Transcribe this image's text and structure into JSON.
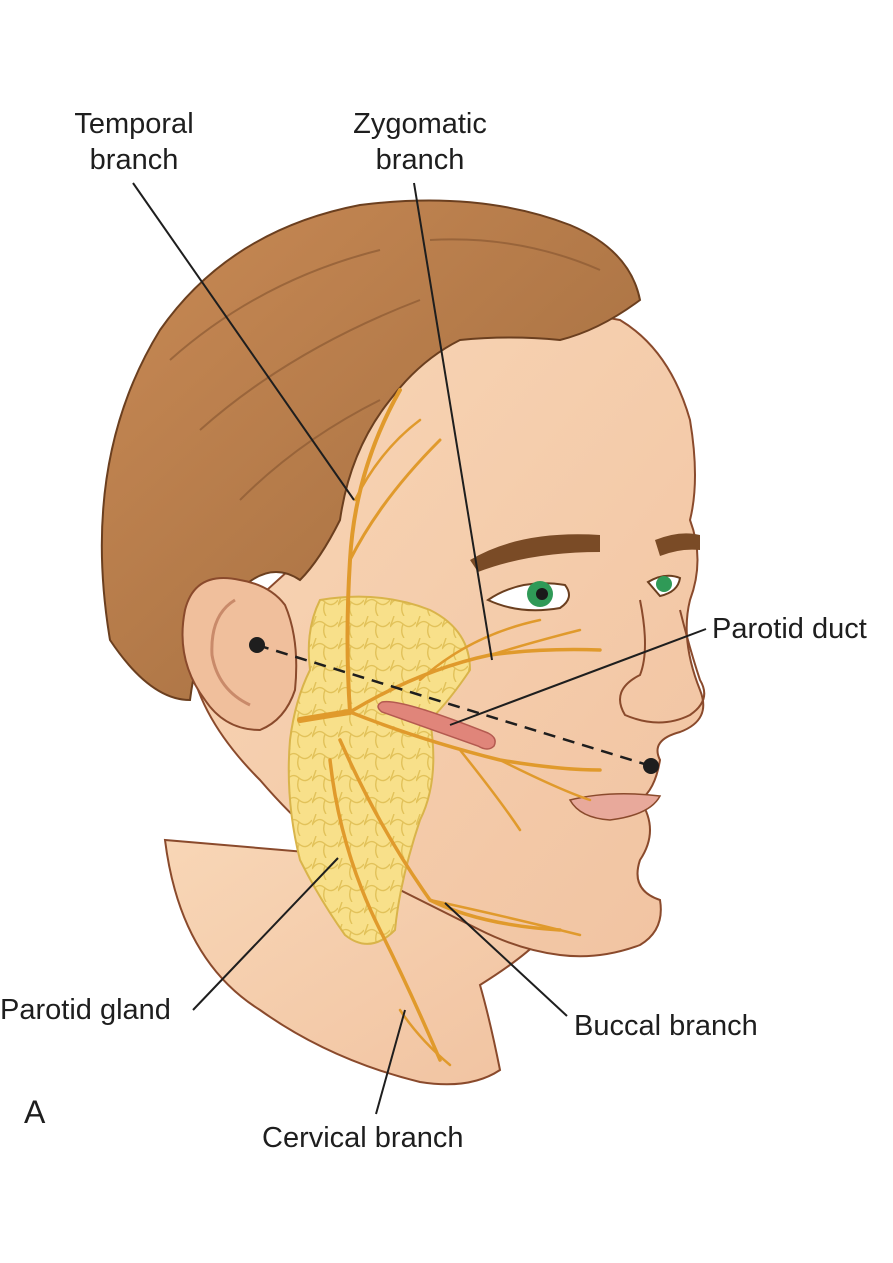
{
  "figure": {
    "panel_letter": "A",
    "labels": {
      "temporal_line1": "Temporal",
      "temporal_line2": "branch",
      "zygomatic_line1": "Zygomatic",
      "zygomatic_line2": "branch",
      "parotid_duct": "Parotid duct",
      "parotid_gland": "Parotid gland",
      "buccal_branch": "Buccal branch",
      "cervical_branch": "Cervical branch"
    },
    "colors": {
      "skin": "#f6cfae",
      "skin_shadow": "#eab596",
      "hair": "#b77a48",
      "hair_dark": "#8c5a33",
      "nerve": "#e09a2c",
      "gland": "#f8e08a",
      "duct": "#e0857a",
      "iris": "#2f9a57",
      "leader_line": "#1e1e1e"
    }
  }
}
